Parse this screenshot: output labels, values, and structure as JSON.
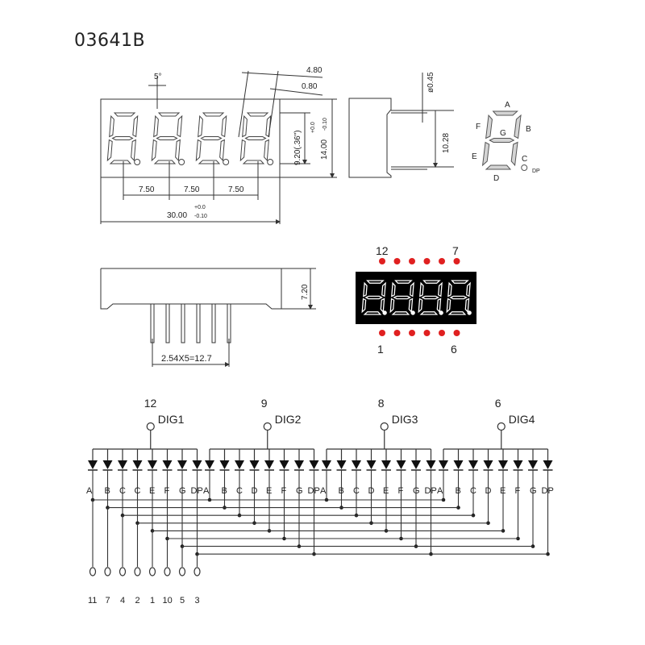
{
  "title": "03641B",
  "front_view": {
    "angle_label": "5°",
    "dim_segment_width": "4.80",
    "dim_segment_stroke": "0.80",
    "dim_digit_height": "9.20(.36\")",
    "dim_height_tol_plus": "+0.0",
    "dim_height_tol_minus": "-0.10",
    "dim_height": "14.00",
    "dim_pitch": [
      "7.50",
      "7.50",
      "7.50"
    ],
    "dim_width": "30.00",
    "dim_width_tol_plus": "+0.0",
    "dim_width_tol_minus": "-0.10"
  },
  "side_view": {
    "dim_pin_diameter": "ø0.45",
    "dim_row_spacing": "10.28"
  },
  "segment_map": {
    "labels": [
      "A",
      "B",
      "C",
      "D",
      "E",
      "F",
      "G",
      "DP"
    ]
  },
  "bottom_view": {
    "dim_thickness": "7.20",
    "dim_pin_pitch": "2.54X5=12.7"
  },
  "pinout_photo": {
    "top_left_pin": "12",
    "top_right_pin": "7",
    "bottom_left_pin": "1",
    "bottom_right_pin": "6",
    "digits_shown": "8.8.8.8.",
    "dot_color": "#e02020",
    "display_bg": "#000000",
    "segment_color": "#ffffff"
  },
  "schematic": {
    "digits": [
      {
        "name": "DIG1",
        "pin": "12",
        "segment_labels": [
          "A",
          "B",
          "C",
          "C",
          "E",
          "F",
          "G",
          "DP"
        ]
      },
      {
        "name": "DIG2",
        "pin": "9",
        "segment_labels": [
          "A",
          "B",
          "C",
          "D",
          "E",
          "F",
          "G",
          "DP"
        ]
      },
      {
        "name": "DIG3",
        "pin": "8",
        "segment_labels": [
          "A",
          "B",
          "C",
          "D",
          "E",
          "F",
          "G",
          "DP"
        ]
      },
      {
        "name": "DIG4",
        "pin": "6",
        "segment_labels": [
          "A",
          "B",
          "C",
          "D",
          "E",
          "F",
          "G",
          "DP"
        ]
      }
    ],
    "segment_pins": [
      "11",
      "7",
      "4",
      "2",
      "1",
      "10",
      "5",
      "3"
    ]
  }
}
